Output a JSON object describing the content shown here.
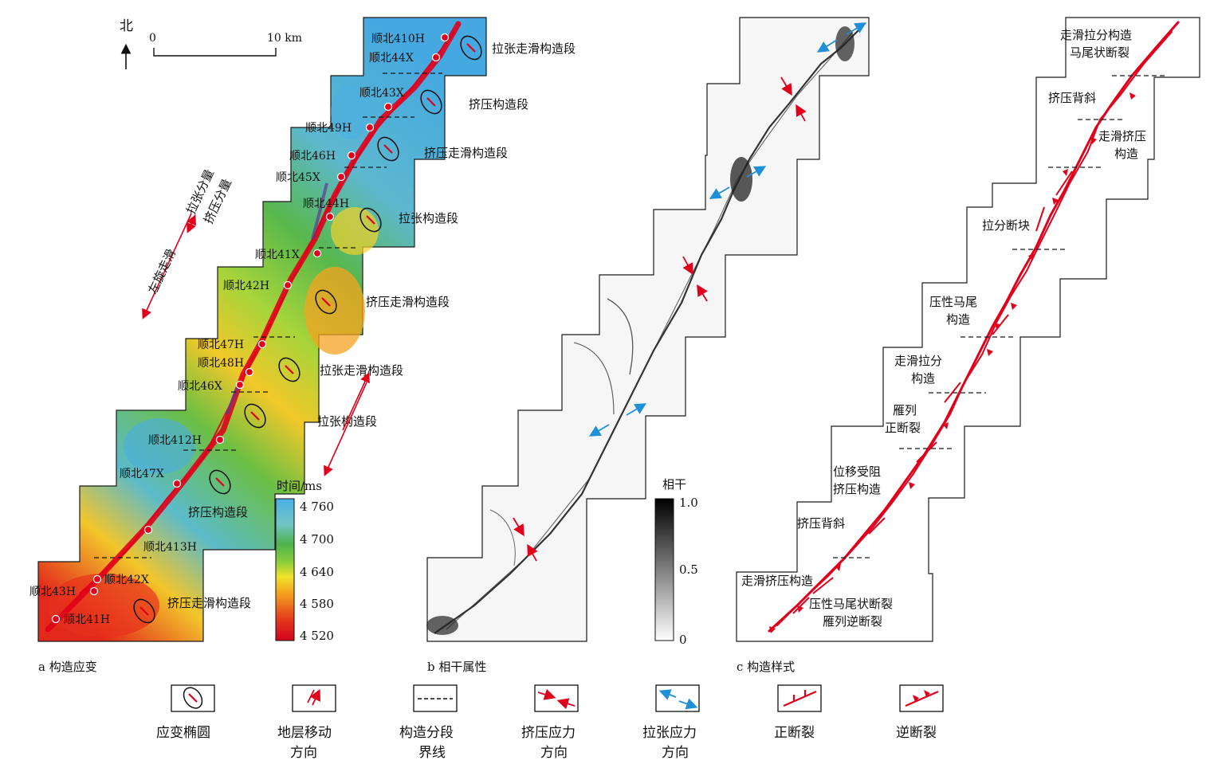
{
  "north": {
    "label": "北"
  },
  "scale_bar": {
    "zero": "0",
    "end": "10 km"
  },
  "shear_annotation": {
    "left_lateral": "左旋走滑",
    "tension": "拉张分量",
    "compression": "挤压分量"
  },
  "panel_a": {
    "caption": "a 构造应变",
    "wells": [
      "顺北410H",
      "顺北44X",
      "顺北43X",
      "顺北49H",
      "顺北46H",
      "顺北45X",
      "顺北44H",
      "顺北41X",
      "顺北42H",
      "顺北47H",
      "顺北48H",
      "顺北46X",
      "顺北412H",
      "顺北47X",
      "顺北413H",
      "顺北42X",
      "顺北43H",
      "顺北41H"
    ],
    "segments": [
      "拉张走滑构造段",
      "挤压构造段",
      "挤压走滑构造段",
      "拉张构造段",
      "挤压走滑构造段",
      "拉张走滑构造段",
      "拉张构造段",
      "挤压构造段",
      "挤压走滑构造段"
    ],
    "colorbar": {
      "title": "时间/ms",
      "ticks": [
        "4 760",
        "4 700",
        "4 640",
        "4 580",
        "4 520"
      ],
      "colors": [
        "#4ab0e6",
        "#6fc5c5",
        "#4db34d",
        "#8ccf3a",
        "#f2e22a",
        "#f59a20",
        "#e33a1c",
        "#d3001c"
      ]
    }
  },
  "panel_b": {
    "caption": "b 相干属性",
    "colorbar": {
      "title": "相干",
      "ticks": [
        "1.0",
        "0.5",
        "0"
      ]
    }
  },
  "panel_c": {
    "caption": "c 构造样式",
    "styles": [
      "走滑拉分构造",
      "马尾状断裂",
      "挤压背斜",
      "走滑挤压",
      "构造",
      "拉分断块",
      "压性马尾",
      "构造",
      "走滑拉分",
      "构造",
      "雁列",
      "正断裂",
      "位移受阻",
      "挤压构造",
      "挤压背斜",
      "走滑挤压构造",
      "压性马尾状断裂",
      "雁列逆断裂"
    ]
  },
  "legend": [
    {
      "lines": [
        "应变椭圆"
      ]
    },
    {
      "lines": [
        "地层移动",
        "方向"
      ]
    },
    {
      "lines": [
        "构造分段",
        "界线"
      ]
    },
    {
      "lines": [
        "挤压应力",
        "方向"
      ]
    },
    {
      "lines": [
        "拉张应力",
        "方向"
      ]
    },
    {
      "lines": [
        "正断裂"
      ]
    },
    {
      "lines": [
        "逆断裂"
      ]
    }
  ],
  "colors": {
    "fault_red": "#e0001b",
    "tension_blue": "#1e90d8",
    "outline": "#1a1a1a"
  }
}
